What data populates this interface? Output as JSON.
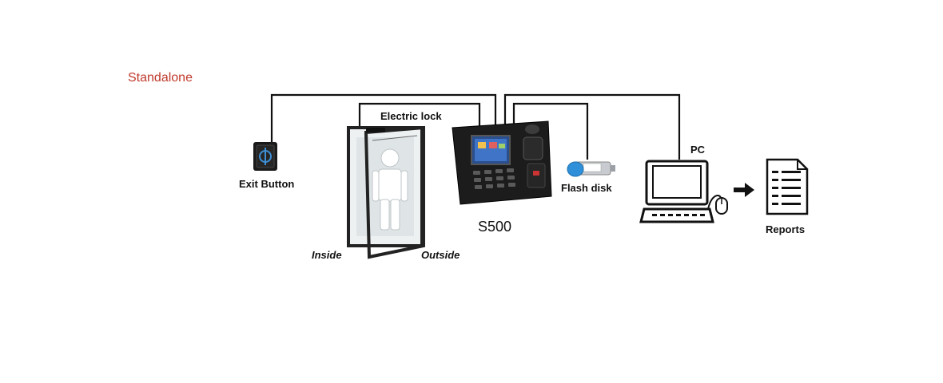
{
  "diagram": {
    "title": "Standalone",
    "labels": {
      "electric_lock": "Electric lock",
      "exit_button": "Exit Button",
      "device": "S500",
      "flash_disk": "Flash disk",
      "pc": "PC",
      "reports": "Reports",
      "inside": "Inside",
      "outside": "Outside"
    },
    "colors": {
      "title": "#c0392b",
      "wire": "#111111",
      "device_body": "#1c1c1c",
      "usb_body": "#2f8fd8"
    },
    "icons": [
      "exit-button-icon",
      "door-icon",
      "person-icon",
      "s500-device-icon",
      "usb-flash-icon",
      "pc-icon",
      "mouse-icon",
      "arrow-right-icon",
      "document-icon"
    ]
  }
}
